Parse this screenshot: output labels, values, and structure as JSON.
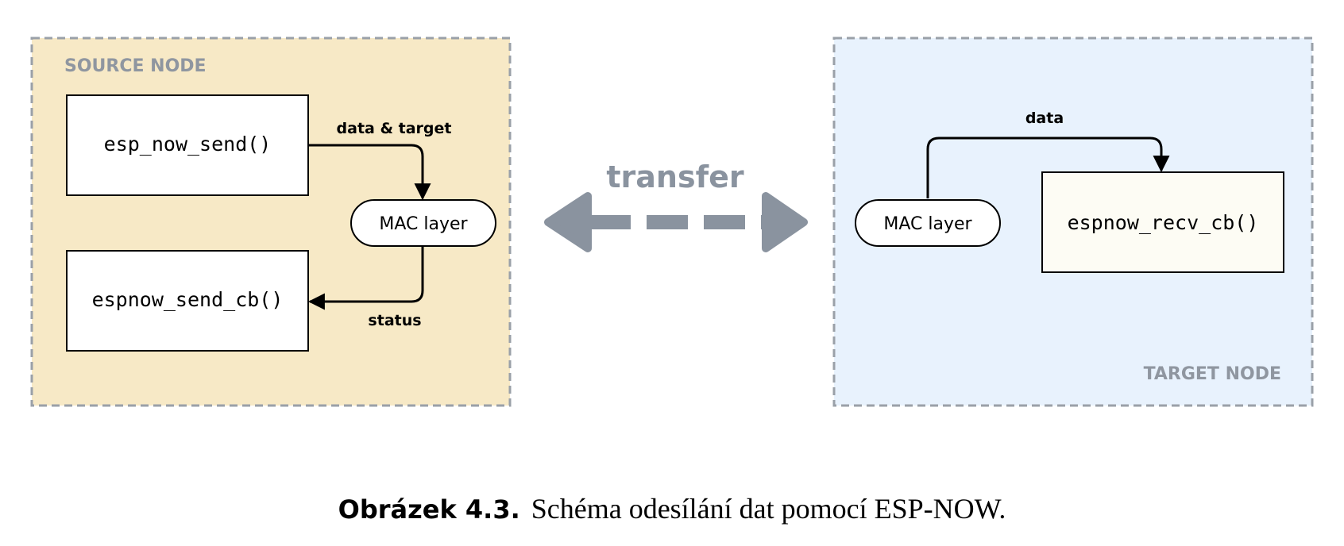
{
  "source_node": {
    "title": "SOURCE NODE",
    "send_function": "esp_now_send()",
    "send_cb_function": "espnow_send_cb()",
    "mac_layer": "MAC layer",
    "data_label": "data & target",
    "status_label": "status"
  },
  "target_node": {
    "title": "TARGET NODE",
    "recv_cb_function": "espnow_recv_cb()",
    "mac_layer": "MAC layer",
    "data_label": "data"
  },
  "transfer_label": "transfer",
  "caption": {
    "label": "Obrázek 4.3.",
    "text": "Schéma odesílání dat pomocí ESP-NOW."
  },
  "colors": {
    "source_bg": "#f7e9c6",
    "target_bg": "#e8f2fd",
    "border": "#9aa0a8",
    "transfer": "#8a939f",
    "recv_box_bg": "#fdfcf4"
  }
}
